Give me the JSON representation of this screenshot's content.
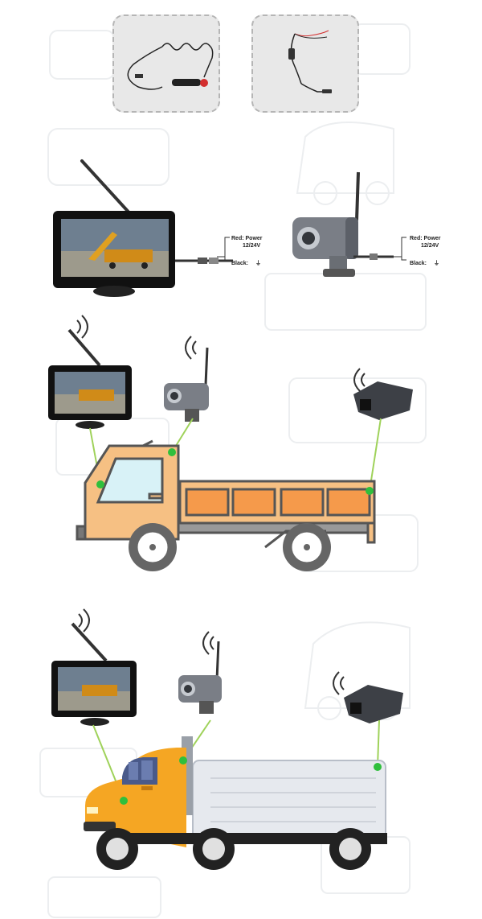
{
  "wiring": {
    "monitor": {
      "red_label": "Red:  Power",
      "voltage": "12/24V",
      "black_label": "Black:",
      "ground_symbol": "⏚"
    },
    "camera": {
      "red_label": "Red:  Power",
      "voltage": "12/24V",
      "black_label": "Black:",
      "ground_symbol": "⏚"
    }
  },
  "colors": {
    "card_bg": "#e8e8e8",
    "card_border": "#b5b5b5",
    "connector_line": "#9fd25a",
    "connector_dot": "#2fbf3c",
    "truck_cab": "#f6c083",
    "truck_panel": "#f59a4b",
    "truck_outline": "#555555",
    "lorry_box": "#e6e9ee",
    "lorry_cab": "#f5a623"
  },
  "icons": [
    "power-cable-icon",
    "camera-cable-icon",
    "wireless-monitor-icon",
    "wireless-camera-icon",
    "rear-camera-icon",
    "wifi-signal-icon"
  ]
}
